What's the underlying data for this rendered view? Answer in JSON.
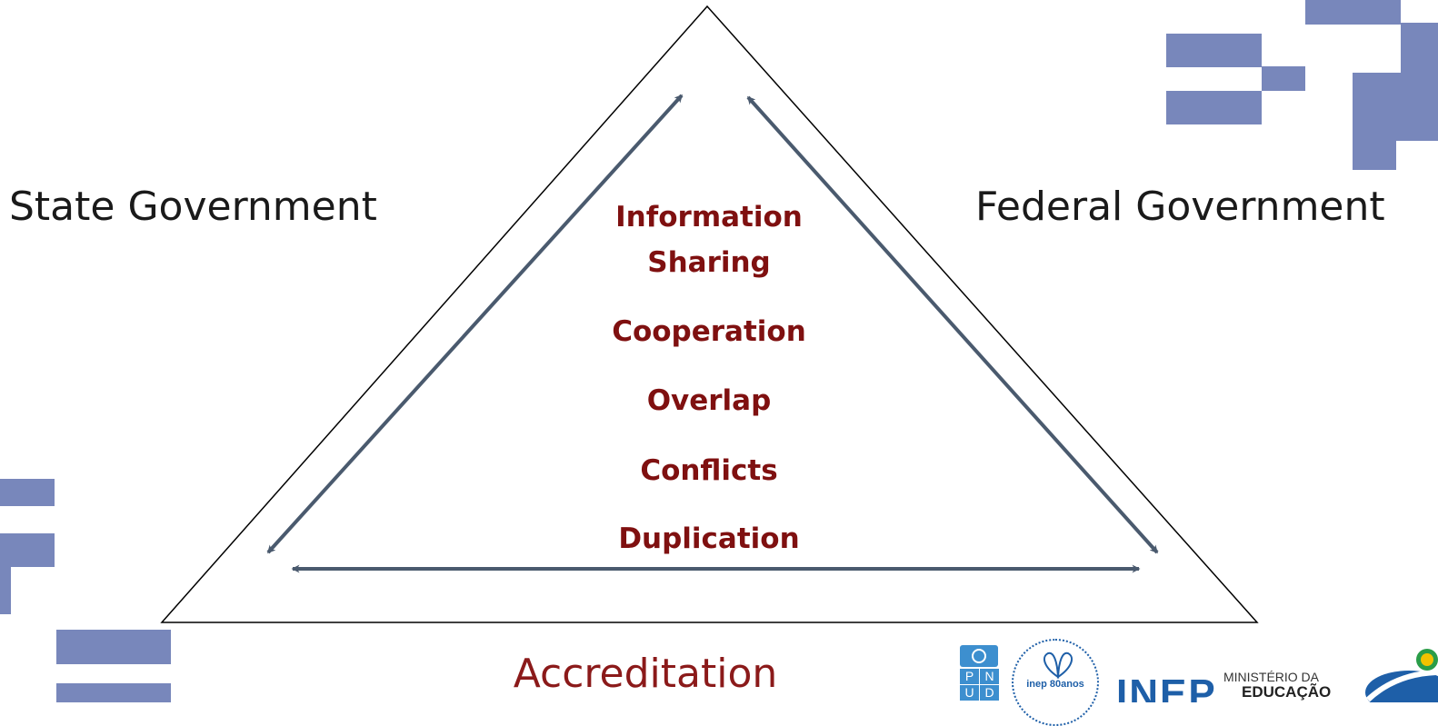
{
  "slide": {
    "left_label": "State Government",
    "right_label": "Federal Government",
    "bottom_label": "Accreditation",
    "relations": [
      "Information",
      "Sharing",
      "Cooperation",
      "Overlap",
      "Conflicts",
      "Duplication"
    ],
    "colors": {
      "triangle_stroke": "#000000",
      "arrow": "#4a5a6e",
      "relation_text": "#7f1010",
      "bottom_text": "#8b1a1a",
      "decor_blocks": "#7887bb"
    }
  },
  "logos": {
    "undp": [
      "P",
      "N",
      "U",
      "D"
    ],
    "inep_circle": "inep 80anos",
    "inep_wordmark": "INEP",
    "ministry_line1": "MINISTÉRIO DA",
    "ministry_line2": "EDUCAÇÃO"
  }
}
